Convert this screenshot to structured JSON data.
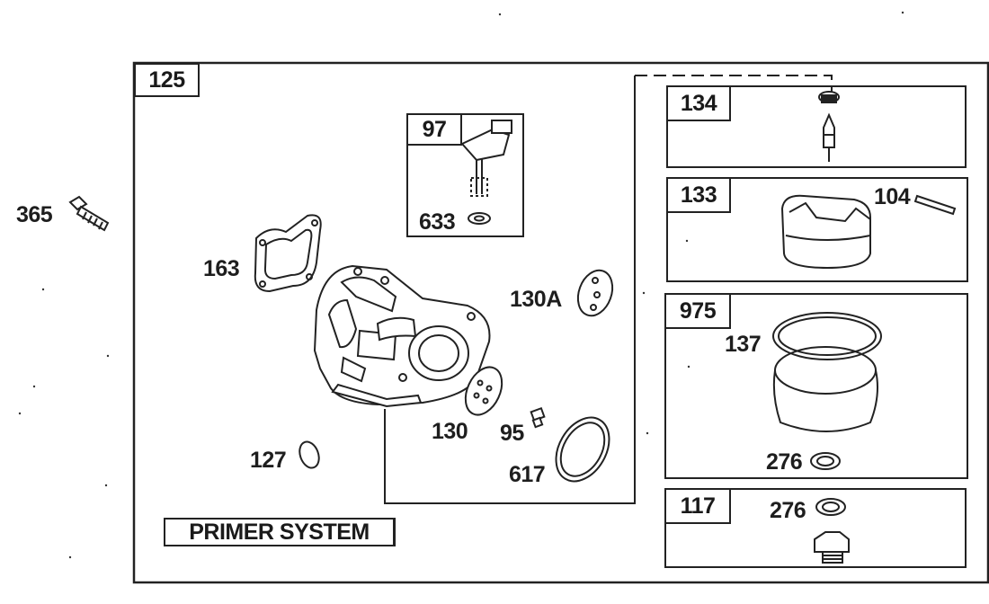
{
  "diagram": {
    "main_box_label": "125",
    "subassemblies": [
      {
        "id": "97",
        "parts": [
          "633"
        ]
      },
      {
        "id": "134",
        "parts": []
      },
      {
        "id": "133",
        "parts": [
          "104"
        ]
      },
      {
        "id": "975",
        "parts": [
          "137",
          "276"
        ]
      },
      {
        "id": "117",
        "parts": [
          "276"
        ]
      }
    ],
    "part_labels": {
      "p365": "365",
      "p163": "163",
      "p130a": "130A",
      "p130": "130",
      "p95": "95",
      "p127": "127",
      "p617": "617",
      "p633": "633",
      "p104": "104",
      "p137": "137",
      "p276a": "276",
      "p276b": "276"
    },
    "box_labels": {
      "b97": "97",
      "b134": "134",
      "b133": "133",
      "b975": "975",
      "b117": "117"
    },
    "primer_system": "PRIMER SYSTEM"
  }
}
